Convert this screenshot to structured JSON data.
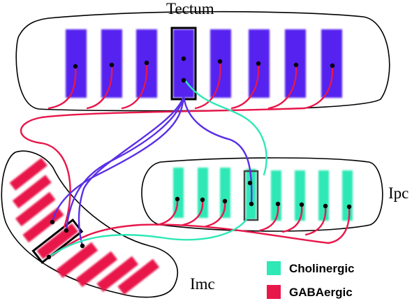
{
  "regions": {
    "tectum": {
      "label": "Tectum"
    },
    "ipc": {
      "label": "Ipc"
    },
    "imc": {
      "label": "Imc"
    }
  },
  "legend": {
    "items": [
      {
        "label": "Cholinergic",
        "color": "#2ee8b6"
      },
      {
        "label": "GABAergic",
        "color": "#e8174a"
      }
    ]
  },
  "colors": {
    "tectal_neuron": "#5520f0",
    "tectal_axon": "#5a2fe6",
    "cholinergic": "#2ee8b6",
    "gabaergic": "#e8174a",
    "outline": "#000000"
  }
}
